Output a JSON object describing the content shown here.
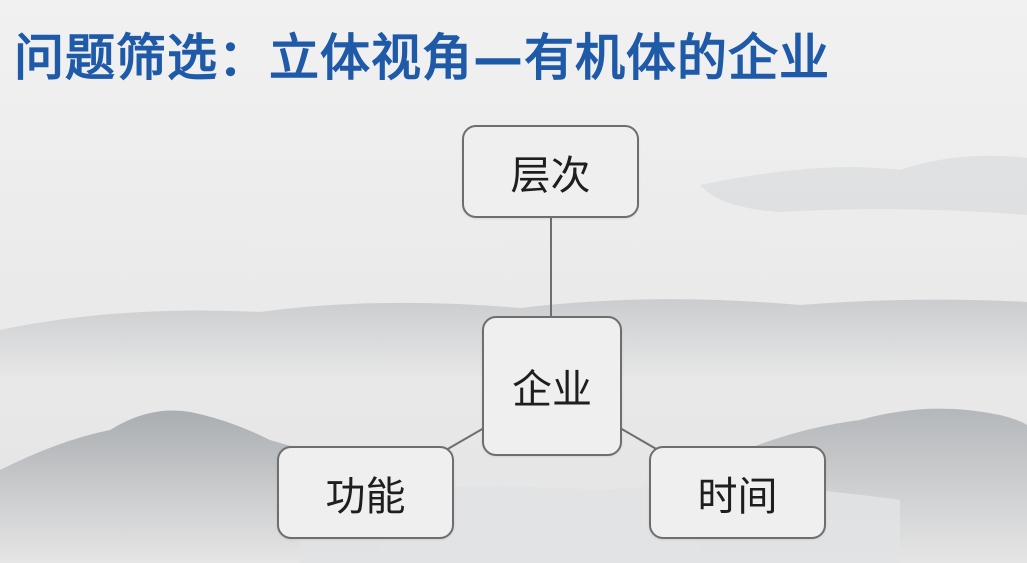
{
  "slide": {
    "title": "问题筛选：立体视角—有机体的企业"
  },
  "diagram": {
    "center": "企业",
    "top": "层次",
    "left": "功能",
    "right": "时间"
  },
  "colors": {
    "title": "#1f5aa8",
    "box_border": "#6e6e6e",
    "box_fill": "#efefef",
    "connector": "#6e6e6e"
  }
}
